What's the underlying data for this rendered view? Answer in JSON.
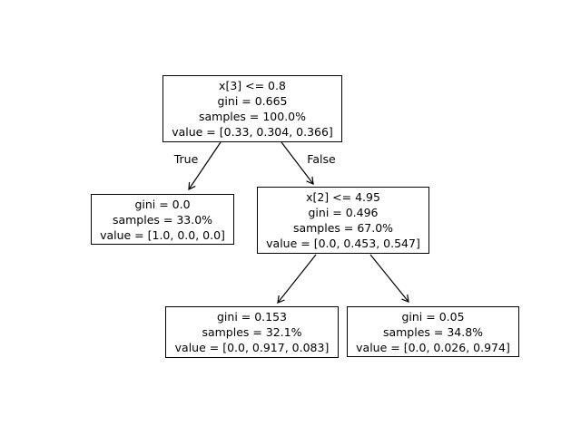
{
  "figure": {
    "background_color": "#ffffff",
    "node_fill_color": "#ffffff",
    "node_border_color": "#000000",
    "text_color": "#000000"
  },
  "tree": {
    "nodes": [
      {
        "name": "root",
        "lines": [
          "x[3] <= 0.8",
          "gini = 0.665",
          "samples = 100.0%",
          "value = [0.33, 0.304, 0.366]"
        ]
      },
      {
        "name": "left-leaf",
        "lines": [
          "gini = 0.0",
          "samples = 33.0%",
          "value = [1.0, 0.0, 0.0]"
        ]
      },
      {
        "name": "right-internal",
        "lines": [
          "x[2] <= 4.95",
          "gini = 0.496",
          "samples = 67.0%",
          "value = [0.0, 0.453, 0.547]"
        ]
      },
      {
        "name": "bottom-left-leaf",
        "lines": [
          "gini = 0.153",
          "samples = 32.1%",
          "value = [0.0, 0.917, 0.083]"
        ]
      },
      {
        "name": "bottom-right-leaf",
        "lines": [
          "gini = 0.05",
          "samples = 34.8%",
          "value = [0.0, 0.026, 0.974]"
        ]
      }
    ],
    "edge_labels": {
      "true": "True",
      "false": "False"
    }
  }
}
